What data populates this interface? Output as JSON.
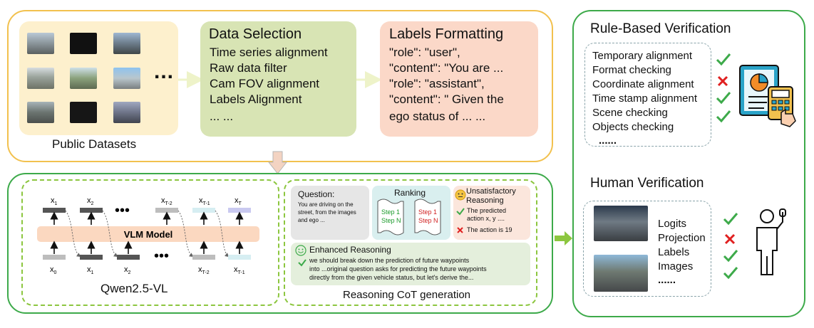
{
  "top": {
    "public_datasets_label": "Public Datasets",
    "ellipsis": "...",
    "data_selection": {
      "title": "Data Selection",
      "lines": [
        "Time series alignment",
        "Raw data filter",
        "Cam FOV alignment",
        "Labels Alignment",
        "... ..."
      ]
    },
    "labels_formatting": {
      "title": "Labels Formatting",
      "lines": [
        "\"role\": \"user\",",
        "\"content\": \"You are ...",
        "\"role\": \"assistant\",",
        "\"content\": \" Given the",
        "ego status of ... ..."
      ]
    }
  },
  "qwen": {
    "caption": "Qwen2.5-VL",
    "model_label": "VLM Model",
    "top_tokens": [
      {
        "base": "x",
        "sub": "1"
      },
      {
        "base": "x",
        "sub": "2"
      },
      {
        "base": "x",
        "sub": "T-2"
      },
      {
        "base": "x",
        "sub": "T-1"
      },
      {
        "base": "x",
        "sub": "T"
      }
    ],
    "bottom_tokens": [
      {
        "base": "x",
        "sub": "0"
      },
      {
        "base": "x",
        "sub": "1"
      },
      {
        "base": "x",
        "sub": "2"
      },
      {
        "base": "x",
        "sub": "T-2"
      },
      {
        "base": "x",
        "sub": "T-1"
      }
    ],
    "dots": "•••"
  },
  "cot": {
    "caption": "Reasoning CoT generation",
    "question_title": "Question:",
    "question_lines": [
      "You are driving on the",
      "street, from the images",
      "and ego ..."
    ],
    "ranking_title": "Ranking",
    "ranking_left": [
      "Step 1",
      "Step N"
    ],
    "ranking_right": [
      "Step 1",
      "Step N"
    ],
    "unsat_title_lines": [
      "Unsatisfactory",
      "Reasoning"
    ],
    "unsat_lines_a": [
      "The predicted",
      "action x, y ...."
    ],
    "unsat_line_b": "The action is 19",
    "enhanced_title": "Enhanced Reasoning",
    "enhanced_lines": [
      "we should break down the prediction of future waypoints",
      "into ...original question asks for predicting the future waypoints",
      "directly from the given vehicle status, but let's derive the..."
    ]
  },
  "rule": {
    "title": "Rule-Based Verification",
    "items": [
      "Temporary alignment",
      "Format checking",
      "Coordinate alignment",
      "Time stamp alignment",
      "Scene checking",
      "Objects checking"
    ],
    "marks": [
      "check",
      "cross",
      "check",
      "check"
    ],
    "more": "......"
  },
  "human": {
    "title": "Human Verification",
    "items": [
      "Logits",
      "Projection",
      "Labels",
      "Images"
    ],
    "more": "......",
    "marks": [
      "check",
      "cross",
      "check",
      "check"
    ]
  },
  "colors": {
    "top_border": "#f2c14e",
    "green_border": "#3daa4a",
    "dash_green": "#8cc63f",
    "public_bg": "#fdf0cd",
    "selection_bg": "#d8e4b4",
    "labels_bg": "#fbd8c8",
    "check": "#3daa4a",
    "cross": "#e02020"
  }
}
